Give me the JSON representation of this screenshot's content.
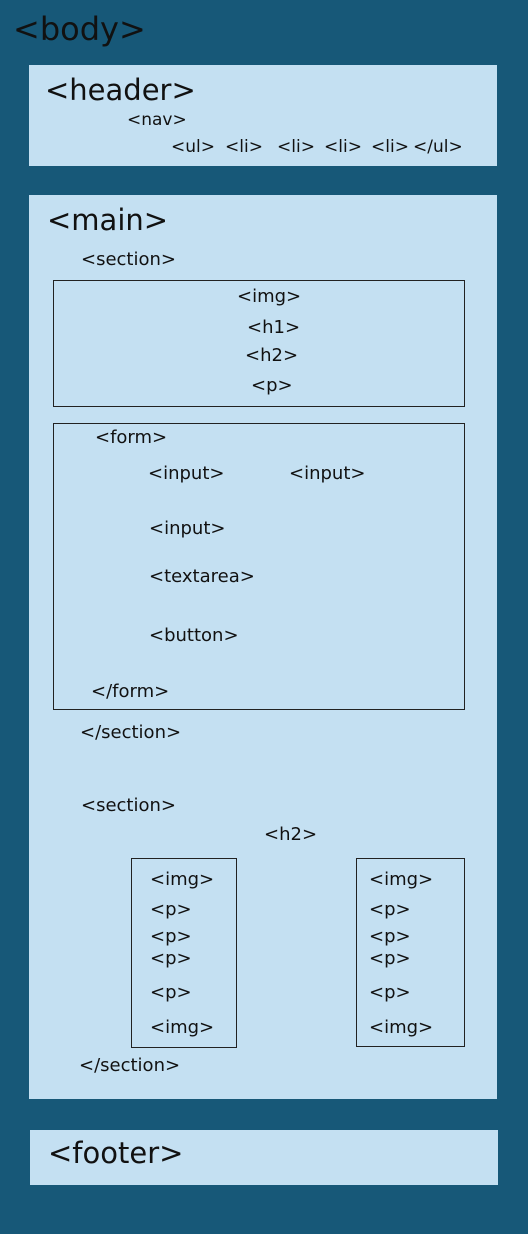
{
  "body": {
    "label": "<body>"
  },
  "header": {
    "label": "<header>",
    "nav_label": "<nav>",
    "list_items": [
      "<ul>",
      "<li>",
      "<li>",
      "<li>",
      "<li>",
      "</ul>"
    ]
  },
  "main": {
    "label": "<main>",
    "section1": {
      "open": "<section>",
      "intro_box": [
        "<img>",
        "<h1>",
        "<h2>",
        "<p>"
      ],
      "form": {
        "open": "<form>",
        "input_a": "<input>",
        "input_b": "<input>",
        "input_c": "<input>",
        "textarea": "<textarea>",
        "button": "<button>",
        "close": "</form>"
      },
      "close": "</section>"
    },
    "section2": {
      "open": "<section>",
      "heading": "<h2>",
      "card_left": [
        "<img>",
        "<p>",
        "<p>",
        "<p>",
        "<p>",
        "<img>"
      ],
      "card_right": [
        "<img>",
        "<p>",
        "<p>",
        "<p>",
        "<p>",
        "<img>"
      ],
      "close": "</section>"
    }
  },
  "footer": {
    "label": "<footer>"
  },
  "colors": {
    "background": "#175878",
    "panel": "#c4e0f2",
    "border": "#222222"
  }
}
